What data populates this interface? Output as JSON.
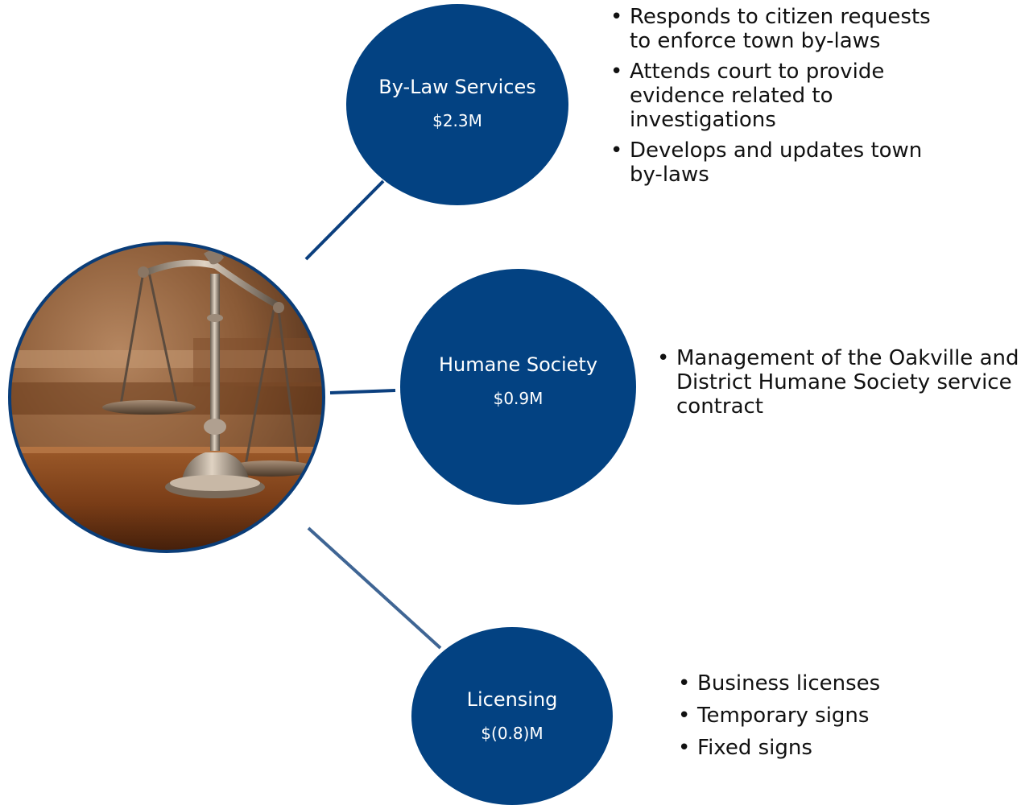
{
  "nodes": [
    {
      "title": "By-Law Services",
      "amount": "$2.3M",
      "items": [
        "Responds to citizen requests to enforce town by-laws",
        "Attends court to provide evidence related to investigations",
        "Develops and updates town by-laws"
      ]
    },
    {
      "title": "Humane Society",
      "amount": "$0.9M",
      "items": [
        "Management of the Oakville and District Humane Society service contract"
      ]
    },
    {
      "title": "Licensing",
      "amount": "$(0.8)M",
      "items": [
        "Business licenses",
        "Temporary signs",
        "Fixed signs"
      ]
    }
  ],
  "colors": {
    "node_fill": "#034282",
    "connector": "#0b3f7e",
    "hub_border": "#0a3d78"
  },
  "hub": {
    "icon": "scales-of-justice-icon"
  }
}
